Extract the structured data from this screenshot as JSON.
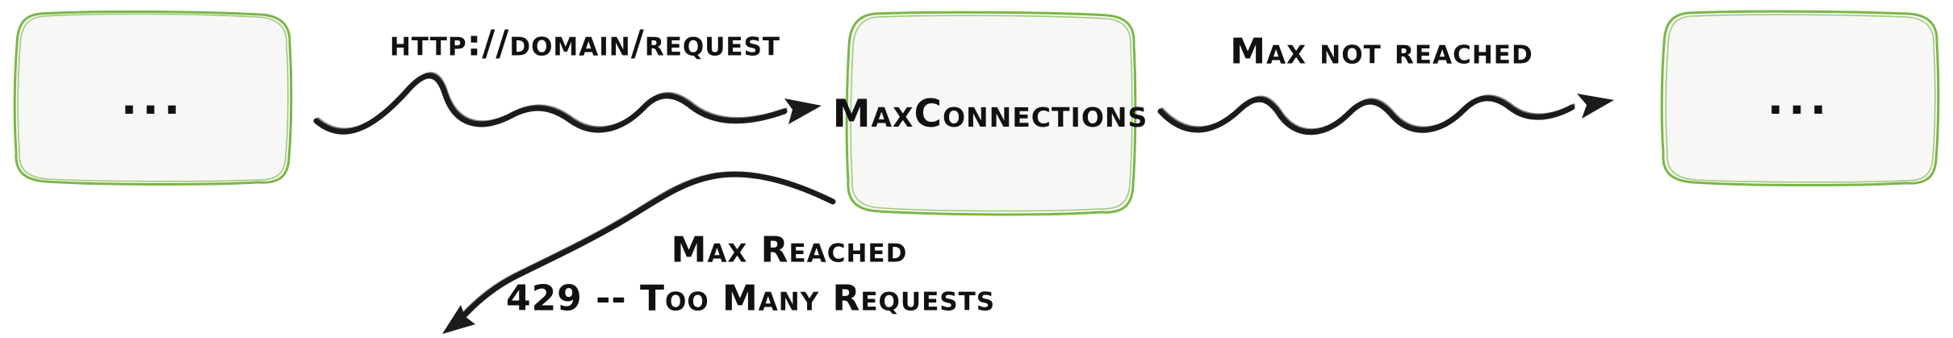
{
  "diagram": {
    "nodes": {
      "left": {
        "label": "..."
      },
      "center": {
        "label": "MaxConnections"
      },
      "right": {
        "label": "..."
      }
    },
    "edges": {
      "request": {
        "label": "http://domain/request"
      },
      "max_not_reached": {
        "label": "Max not reached"
      },
      "max_reached": {
        "label": "Max Reached",
        "sublabel": "429 -- Too Many Requests"
      }
    },
    "colors": {
      "node_border": "#7ab648",
      "node_fill": "#f7f7f5",
      "arrow": "#1b1b1b",
      "text": "#111111"
    }
  }
}
